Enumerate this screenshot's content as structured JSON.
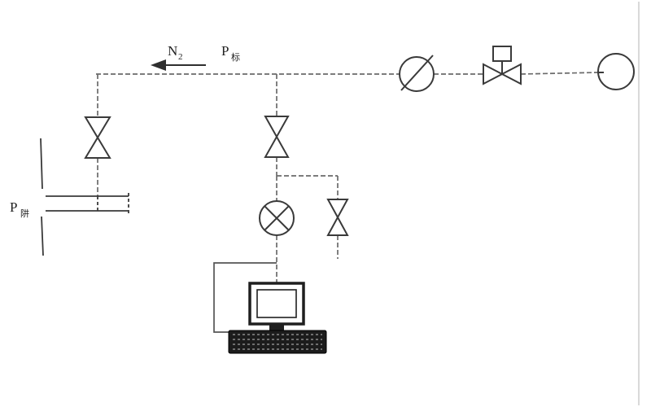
{
  "colors": {
    "paper": "#ffffff",
    "ink": "#2f2f2f",
    "pipe": "#6b6b6b",
    "keyboard": "#1c1c1c",
    "scan_edge": "#d9d9d9"
  },
  "labels": {
    "n2": {
      "base": "N",
      "sub": "2"
    },
    "p_line": {
      "base": "P",
      "sub": "标"
    },
    "p_vessel": {
      "base": "P",
      "sub": "阱"
    }
  },
  "components": [
    "n2-flow-arrow",
    "check-valve",
    "solenoid-control-valve",
    "gas-source",
    "shutoff-valve-left",
    "shutoff-valve-middle",
    "needle-valve",
    "pressure-transducer",
    "vacuum-chamber-port",
    "computer"
  ]
}
